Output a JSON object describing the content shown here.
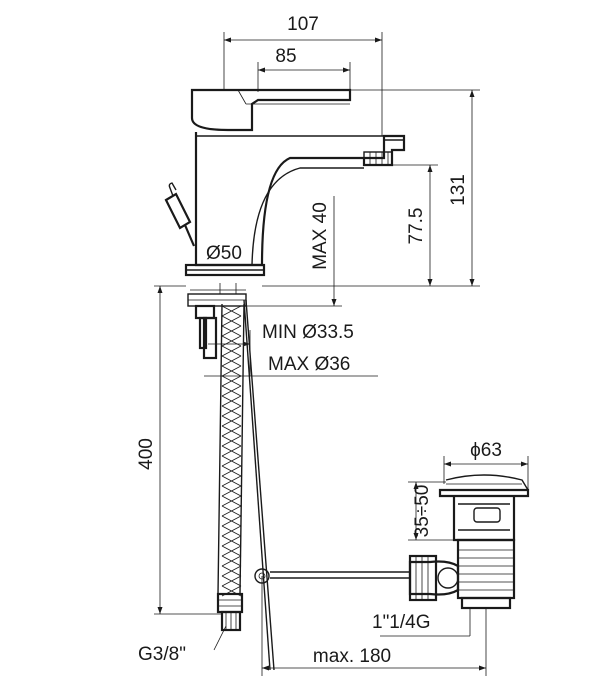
{
  "dimensions": {
    "width_overall": "107",
    "width_body": "85",
    "height_total": "131",
    "spout_height": "77.5",
    "max_thickness": "MAX 40",
    "base_diameter": "Ø50",
    "hole_min": "MIN Ø33.5",
    "hole_max": "MAX Ø36",
    "hose_length": "400",
    "hose_thread": "G3/8\"",
    "waste_diameter": "ϕ63",
    "waste_range": "35÷50",
    "waste_thread": "1\"1/4G",
    "rod_length": "max. 180"
  }
}
